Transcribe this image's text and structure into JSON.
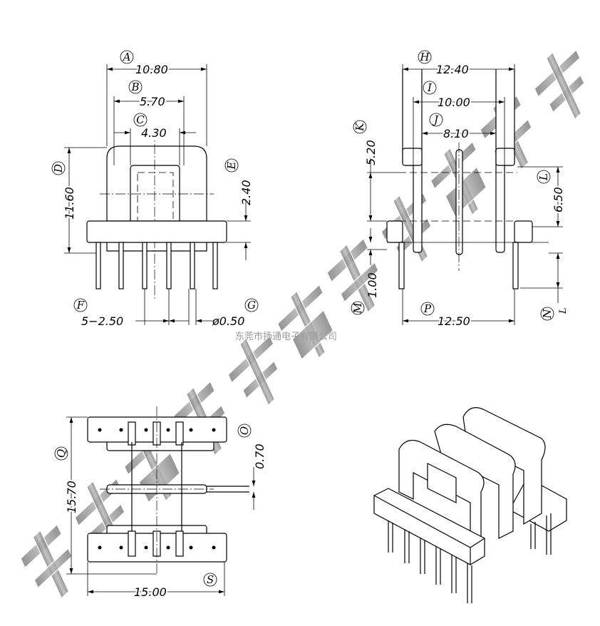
{
  "watermark": {
    "text": "东莞市扬通电子有限公司",
    "small_text": "东莞市扬通电子有限公司"
  },
  "front_view": {
    "A": {
      "tag": "A",
      "value": "10.80"
    },
    "B": {
      "tag": "B",
      "value": "5.70"
    },
    "C": {
      "tag": "C",
      "value": "4.30"
    },
    "D": {
      "tag": "D",
      "value": "11.60"
    },
    "E": {
      "tag": "E",
      "value": "2.40"
    },
    "F": {
      "tag": "F",
      "value": "5−2.50"
    },
    "G": {
      "tag": "G",
      "value": "ø0.50"
    }
  },
  "side_view": {
    "H": {
      "tag": "H",
      "value": "12.40"
    },
    "I": {
      "tag": "I",
      "value": "10.00"
    },
    "J": {
      "tag": "J",
      "value": "8.10"
    },
    "K": {
      "tag": "K",
      "value": "5.20"
    },
    "L": {
      "tag": "L",
      "value": "6.50"
    },
    "M": {
      "tag": "M",
      "value": "1.00"
    },
    "N": {
      "tag": "N",
      "subscript": "L"
    },
    "P": {
      "tag": "P",
      "value": "12.50"
    }
  },
  "bottom_view": {
    "Q": {
      "tag": "Q",
      "value": "15.70"
    },
    "O": {
      "tag": "O",
      "value": "0.70"
    },
    "S": {
      "tag": "S",
      "value": "15.00"
    }
  },
  "colors": {
    "line": "#000000",
    "watermark": "#8c8c8c"
  }
}
